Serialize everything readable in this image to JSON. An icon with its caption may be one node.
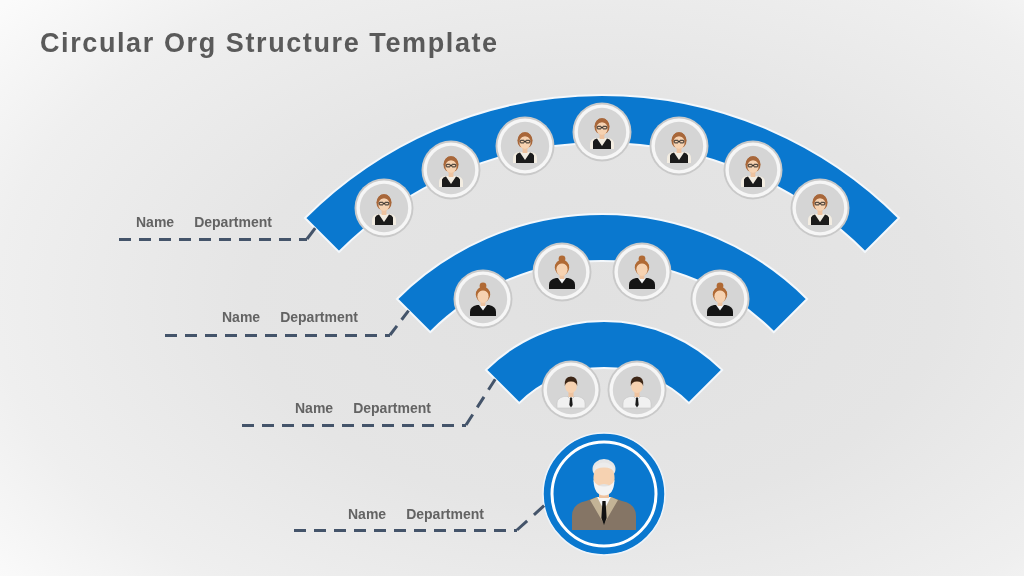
{
  "diagram": {
    "title": "Circular Org Structure Template",
    "nodes": [
      {
        "text": [],
        "shape": "arc"
      },
      {
        "text": [],
        "shape": "person",
        "in": 0
      },
      {
        "text": [],
        "shape": "person",
        "in": 0
      },
      {
        "text": [],
        "shape": "person",
        "in": 0
      },
      {
        "text": [],
        "shape": "person",
        "in": 0
      },
      {
        "text": [],
        "shape": "person",
        "in": 0
      },
      {
        "text": [],
        "shape": "person",
        "in": 0
      },
      {
        "text": [],
        "shape": "person",
        "in": 0
      },
      {
        "text": [
          "Name",
          "Department"
        ]
      },
      {
        "text": [],
        "shape": "arc"
      },
      {
        "text": [],
        "shape": "person",
        "in": 9
      },
      {
        "text": [],
        "shape": "person",
        "in": 9
      },
      {
        "text": [],
        "shape": "person",
        "in": 9
      },
      {
        "text": [],
        "shape": "person",
        "in": 9
      },
      {
        "text": [
          "Name",
          "Department"
        ]
      },
      {
        "text": [],
        "shape": "arc"
      },
      {
        "text": [],
        "shape": "person"
      },
      {
        "text": [],
        "shape": "person"
      },
      {
        "text": [
          "Name",
          "Department"
        ]
      },
      {
        "text": [],
        "shape": "circle"
      },
      {
        "text": [],
        "shape": "person",
        "in": 19
      },
      {
        "text": [
          "Name",
          "Department"
        ]
      }
    ],
    "edges": [
      {
        "from": 8,
        "to": 0,
        "arrow": "none",
        "style": "dashed"
      },
      {
        "from": 14,
        "to": 9,
        "arrow": "none",
        "style": "dashed"
      },
      {
        "from": 18,
        "to": 15,
        "arrow": "none",
        "style": "dashed"
      },
      {
        "from": 21,
        "to": 19,
        "arrow": "none",
        "style": "dashed"
      }
    ]
  }
}
